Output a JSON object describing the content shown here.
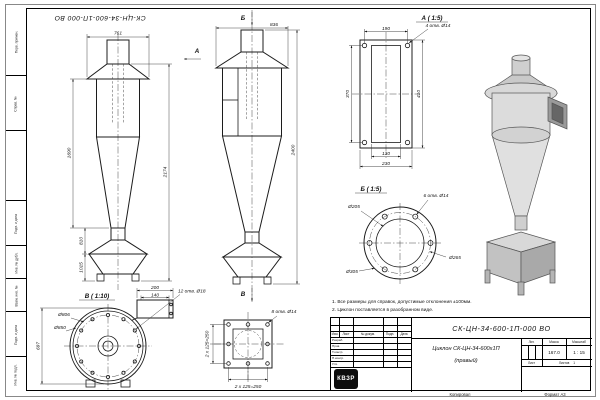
{
  "sheet": {
    "top_stamp": "СК-ЦН-34-600-1П-000 ВО",
    "margin": {
      "perv": "Перв. примен.",
      "sprav": "Справ. №",
      "podp1": "Подп. и дата",
      "inv_dubl": "Инв. № дубл.",
      "vzam": "Взам. инв. №",
      "podp2": "Подп. и дата",
      "inv_podl": "Инв. № подл."
    },
    "footer": {
      "kopiroval": "Копировал",
      "format": "Формат А3"
    }
  },
  "notes": {
    "n1": "1. Все размеры для справок, допустимые отклонения ±100мм.",
    "n2": "2. Циклон поставляется в разобранном виде."
  },
  "views": {
    "front": {
      "dim_top": "761",
      "dim_h1": "1690",
      "dim_h2": "810",
      "dim_h3": "1015",
      "dim_total": "2174",
      "arrow_a": "А"
    },
    "side": {
      "dim_top": "836",
      "dim_total": "2400",
      "arrow_b": "Б",
      "arrow_v": "В"
    },
    "a": {
      "label": "А ( 1:5)",
      "holes": "4 отв. Ø14",
      "dim_top": "190",
      "dim_left": "370",
      "dim_right": "410",
      "dim_b1": "130",
      "dim_b2": "230"
    },
    "b": {
      "label": "Б ( 1:5)",
      "holes": "6 отв. Ø14",
      "d1": "Ø205",
      "d2": "Ø305",
      "d3": "Ø265"
    },
    "v": {
      "label": "В ( 1:10)",
      "holes": "12 отв. Ø18",
      "dim_w1": "200",
      "dim_w2": "140",
      "d1": "Ø806",
      "d2": "Ø850",
      "dim_h": "697"
    },
    "flange": {
      "holes": "8 отв. Ø14",
      "dim_x": "2 х 125=250",
      "dim_y": "2 х 125=250"
    }
  },
  "title_block": {
    "doc_number": "СК-ЦН-34-600-1П-000 ВО",
    "name1": "Циклон СК-ЦН-34-600х1П",
    "name2": "(правый)",
    "cols": {
      "izm": "Изм.",
      "list": "Лист",
      "dokum": "№ докум.",
      "podp": "Подп.",
      "data": "Дата"
    },
    "rows": {
      "razrab": "Разраб.",
      "prov": "Пров.",
      "tkontr": "Т.контр.",
      "nkontr": "Н.контр.",
      "utv": "Утв."
    },
    "lit": "Лит.",
    "mass": "Масса",
    "scale": "Масштаб",
    "mass_value": "167.0",
    "scale_value": "1 : 15",
    "sheet_label": "Лист",
    "sheets_label": "Листов",
    "sheets_value": "1",
    "logo": "КВЗР"
  }
}
